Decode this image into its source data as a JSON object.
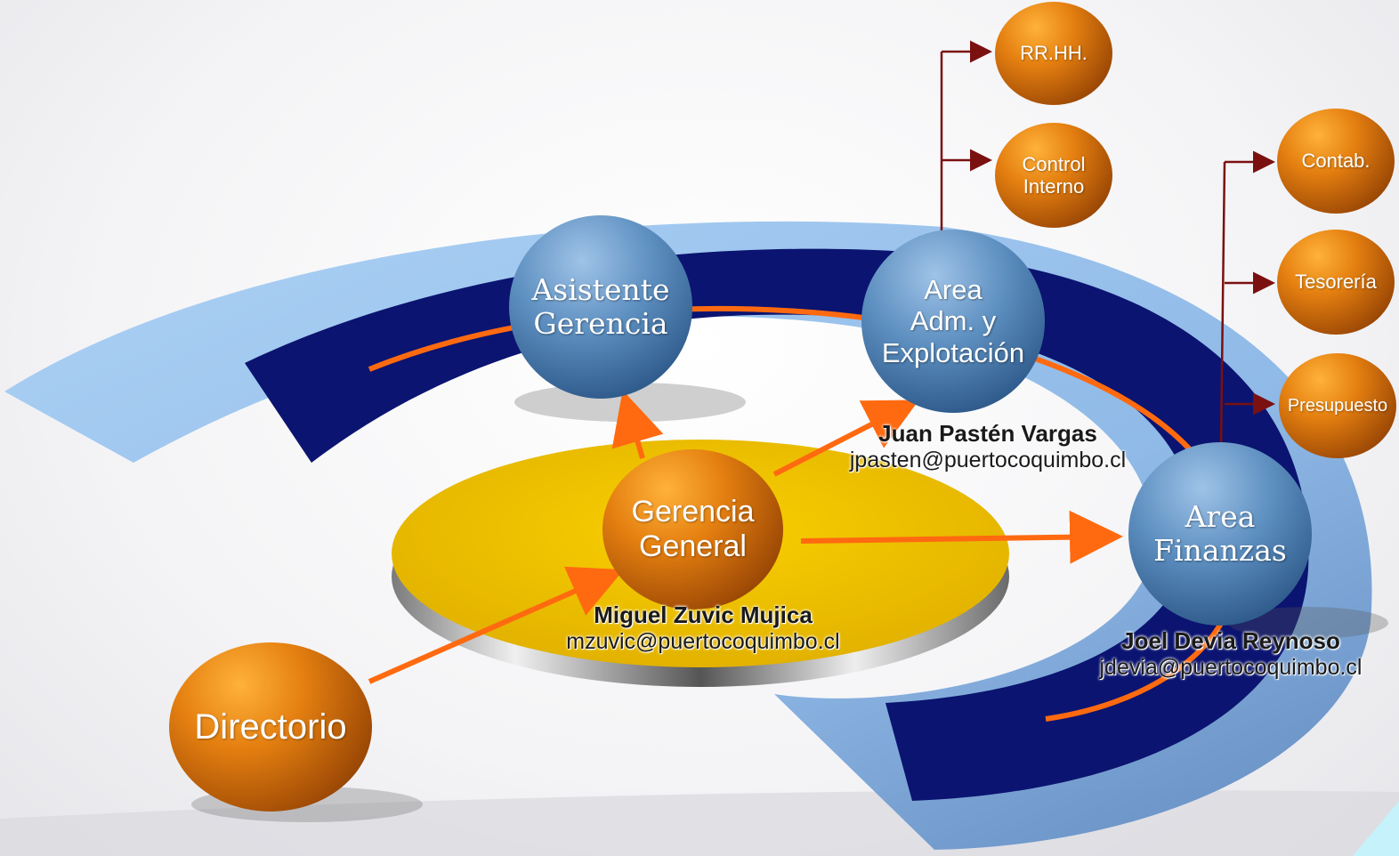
{
  "nodes": {
    "directorio": "Directorio",
    "gerencia_general": [
      "Gerencia",
      "General"
    ],
    "asistente_gerencia": [
      "Asistente",
      "Gerencia"
    ],
    "area_adm": [
      "Area",
      "Adm. y",
      "Explotación"
    ],
    "area_finanzas": [
      "Area",
      "Finanzas"
    ],
    "rrhh": "RR.HH.",
    "control_interno": [
      "Control",
      "Interno"
    ],
    "contab": "Contab.",
    "tesoreria": "Tesorería",
    "presupuesto": "Presupuesto"
  },
  "people": {
    "gerencia_general": {
      "name": "Miguel Zuvic Mujica",
      "email": "mzuvic@puertocoquimbo.cl"
    },
    "area_adm": {
      "name": "Juan Pastén Vargas",
      "email": "jpasten@puertocoquimbo.cl"
    },
    "area_finanzas": {
      "name": "Joel Devia Reynoso",
      "email": "jdevia@puertocoquimbo.cl"
    }
  },
  "colors": {
    "light_blue_band": "#8fbfef",
    "navy_band": "#0b1470",
    "orange_arrow": "#ff6a10",
    "dark_red_connector": "#7a1010",
    "gold_disc": "#f3c200"
  }
}
